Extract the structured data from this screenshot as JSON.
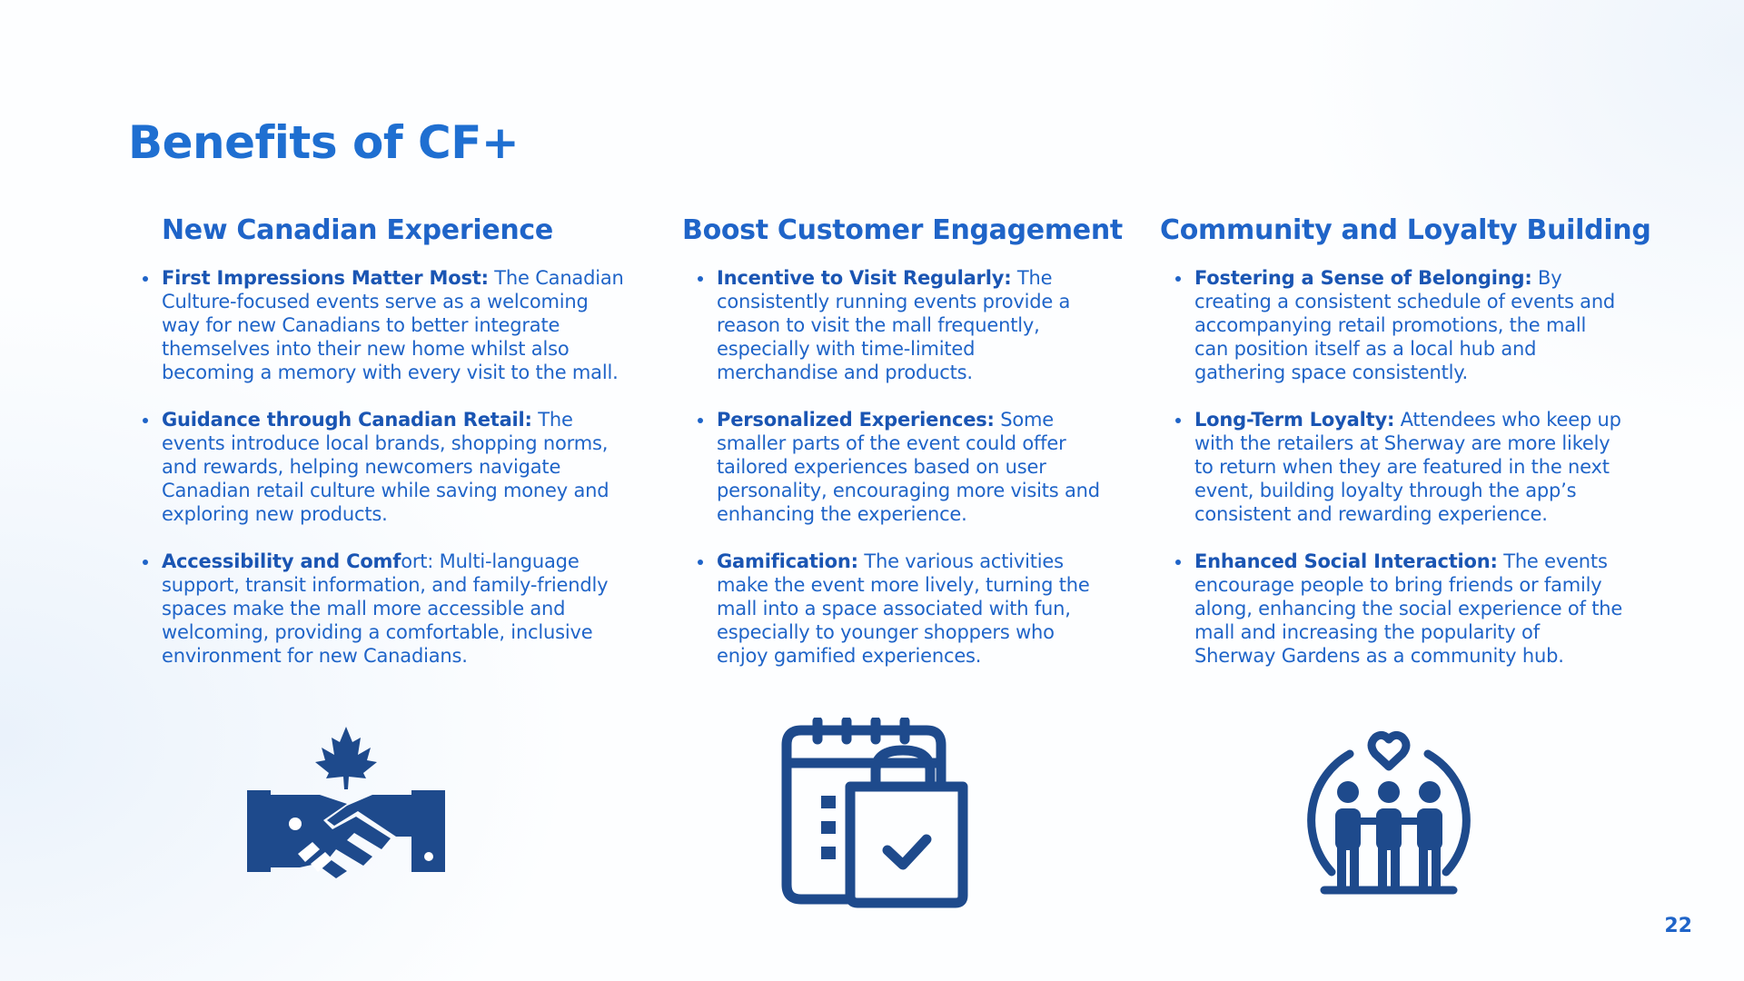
{
  "slide": {
    "title": "Benefits of CF+",
    "page_number": "22"
  },
  "columns": [
    {
      "heading": "New Canadian Experience",
      "bullets": [
        {
          "bold": "First Impressions Matter Most:",
          "text": " The Canadian Culture-focused events serve as a welcoming way for new Canadians to better integrate themselves into their new home whilst also becoming a memory with every visit to the mall."
        },
        {
          "bold": "Guidance through Canadian Retail:",
          "text": " The events introduce local brands, shopping norms, and rewards, helping newcomers navigate Canadian retail culture while saving money and exploring new products."
        },
        {
          "bold": "Accessibility and Comf",
          "text": "ort: Multi-language support, transit information, and family-friendly spaces make the mall more accessible and welcoming, providing a comfortable, inclusive environment for new Canadians."
        }
      ],
      "icon": "maple-leaf-handshake-icon"
    },
    {
      "heading": "Boost Customer Engagement",
      "bullets": [
        {
          "bold": "Incentive to Visit Regularly:",
          "text": " The consistently running events provide a reason to visit the mall frequently, especially with time-limited merchandise and products."
        },
        {
          "bold": "Personalized Experiences:",
          "text": " Some smaller parts of the event could offer tailored experiences based on user personality, encouraging more visits and enhancing the experience."
        },
        {
          "bold": "Gamification:",
          "text": " The various activities make the event more lively, turning the mall into a space associated with fun, especially to younger shoppers who enjoy gamified experiences."
        }
      ],
      "icon": "calendar-shopping-bag-icon"
    },
    {
      "heading": "Community and Loyalty Building",
      "bullets": [
        {
          "bold": "Fostering a Sense of Belonging:",
          "text": " By creating a consistent schedule of events and accompanying retail promotions, the mall can position itself as a local hub and gathering space consistently."
        },
        {
          "bold": "Long-Term Loyalty:",
          "text": " Attendees who keep up with the retailers at Sherway are more likely to return when they are featured in the next event, building loyalty through the app’s consistent and rewarding experience."
        },
        {
          "bold": "Enhanced Social Interaction:",
          "text": " The events encourage people to bring friends or family along, enhancing the social experience of the mall and increasing the popularity of Sherway Gardens as a community hub."
        }
      ],
      "icon": "community-heart-icon"
    }
  ],
  "colors": {
    "title": "#1f6fd1",
    "text": "#1f64c8",
    "icon": "#1e4a8c"
  }
}
